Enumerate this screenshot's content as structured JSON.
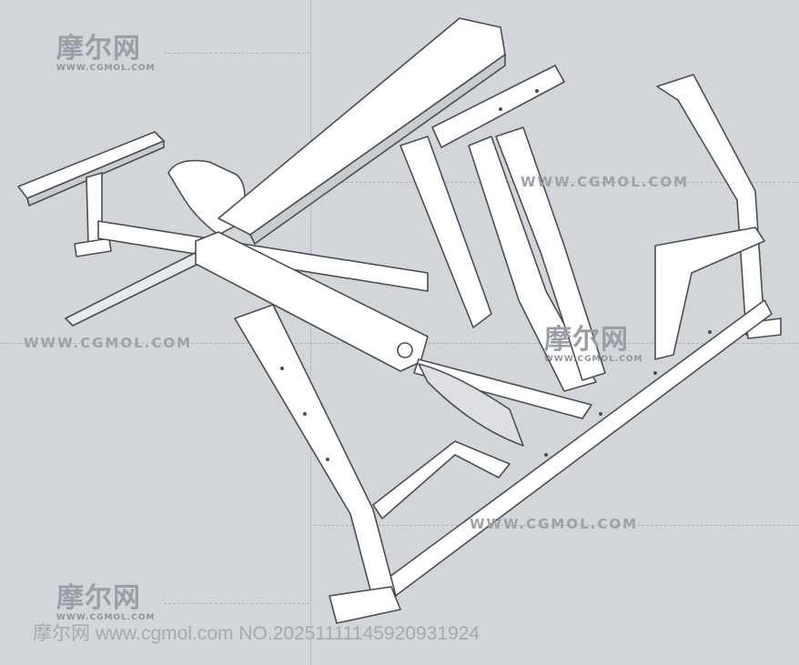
{
  "watermarks": {
    "logo_text": "摩尔网",
    "logo_sub": "WWW.CGMOL.COM",
    "url_text": "WWW.CGMOL.COM"
  },
  "footer": {
    "text": "摩尔网 www.cgmol.com NO.20251111145920931924"
  },
  "colors": {
    "background": "#d2d6db",
    "model_fill": "#ffffff",
    "model_shade": "#b9bcc0",
    "model_stroke": "#4a4d52"
  }
}
